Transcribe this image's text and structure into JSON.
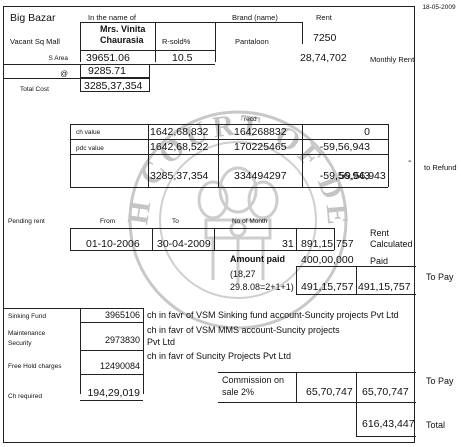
{
  "header": {
    "store": "Big Bazar",
    "in_the_name_of_label": "In the name of",
    "brand_label": "Brand (name)",
    "rent_label": "Rent",
    "date": "18-05-2009"
  },
  "lease": {
    "premises": "Vacant Sq Mall",
    "owner": "Mrs. Vinita Chaurasia",
    "rsold_label": "R-sold%",
    "brand": "Pantaloon",
    "rent_rate": "7250",
    "area_label": "S Area",
    "area": "39651.06",
    "rsold": "10.5",
    "monthly_rent": "28,74,702",
    "monthly_rent_label": "Monthly Rent",
    "at_label": "@",
    "rate": "9285.71",
    "total_cost_label": "Total Cost",
    "total_cost": "3285,37,354"
  },
  "payments": {
    "recd_label": "recd",
    "rows": [
      {
        "label": "ch value",
        "amount": "1642,68,832",
        "recd": "164268832",
        "diff": "0"
      },
      {
        "label": "pdc value",
        "amount": "1642,68,522",
        "recd": "170225465",
        "diff": "-59,56,943"
      }
    ],
    "total_amount": "3285,37,354",
    "total_recd": "334494297",
    "total_diff": "-59,56,943",
    "refund_dash": "-",
    "refund_amount": "59,56,943",
    "refund_label": "to Refund"
  },
  "pending": {
    "label": "Pending rent",
    "from_label": "From",
    "to_label": "To",
    "months_label": "No of Month",
    "from": "01-10-2006",
    "to": "30-04-2009",
    "months": "31",
    "rent_calculated": "891,15,757",
    "rent_calculated_label": "Rent Calculated",
    "amount_paid_label": "Amount paid",
    "amount_paid": "400,00,000",
    "paid_label": "Paid",
    "formula": "(18,27 29.8.08=2+1+1)",
    "balance": "491,15,757",
    "to_pay_amount": "491,15,757",
    "to_pay_label": "To Pay"
  },
  "charges": {
    "sinking_label": "Sinking Fund",
    "sinking": "3965106",
    "sinking_note": "ch in favr of VSM Sinking fund account-Suncity projects Pvt Ltd",
    "maintenance_label": "Maintenance Security",
    "maintenance": "2973830",
    "maintenance_note": "ch in favr of VSM MMS account-Suncity projects Pvt Ltd",
    "freehold_label": "Free Hold charges",
    "freehold": "12490084",
    "freehold_note": "ch in favr of Suncity Projects Pvt Ltd",
    "ch_required_label": "Ch required",
    "ch_required": "194,29,019",
    "commission_label": "Commission on sale 2%",
    "commission": "65,70,747",
    "commission_to_pay": "65,70,747",
    "to_pay_label": "To Pay",
    "grand_total": "616,43,447",
    "total_label": "Total"
  },
  "seal": {
    "text": "HIGH COURT OF DELHI"
  },
  "colors": {
    "ink": "#111111",
    "seal": "#c8c8c8"
  }
}
